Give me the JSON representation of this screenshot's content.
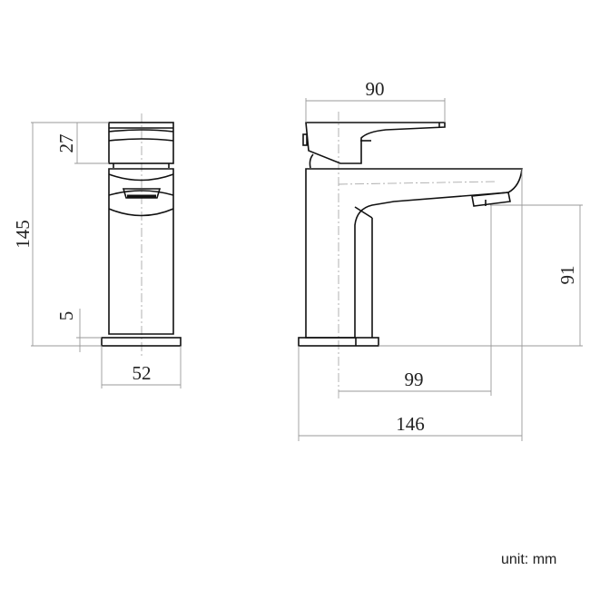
{
  "drawing": {
    "title": "Basin mixer tap dimension drawing",
    "views": {
      "side_view": {
        "dimensions": {
          "overall_height": "145",
          "handle_height": "27",
          "base_thickness": "5",
          "base_width": "52"
        }
      },
      "front_view": {
        "dimensions": {
          "handle_length": "90",
          "spout_height": "91",
          "spout_reach": "99",
          "overall_length": "146"
        }
      }
    },
    "unit_label": "unit: mm",
    "colors": {
      "outline": "#111111",
      "dimension_line": "#999999",
      "background": "#ffffff"
    }
  }
}
